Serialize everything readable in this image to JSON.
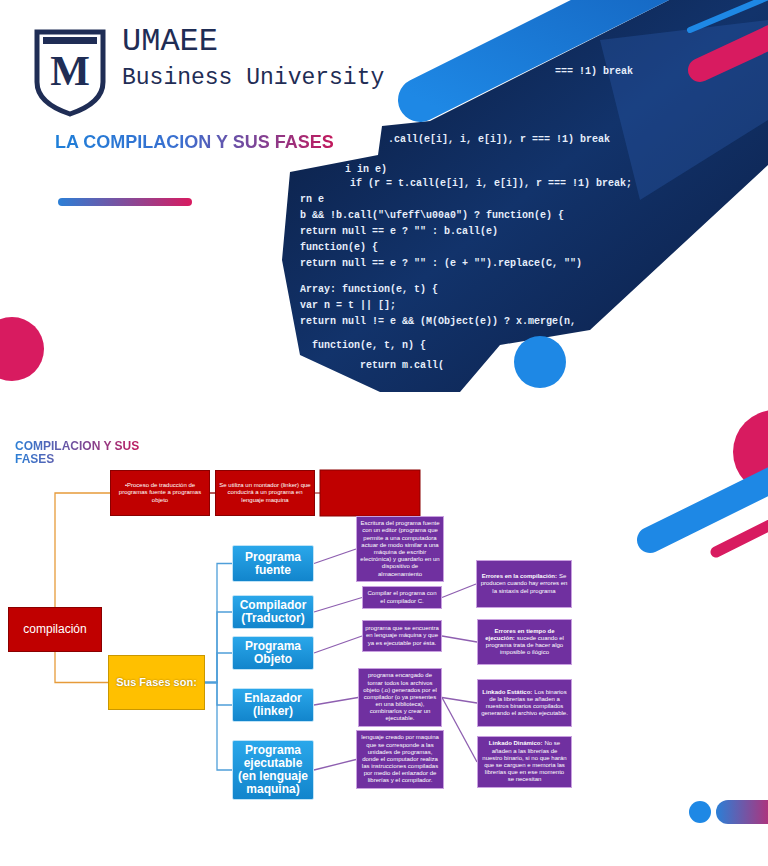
{
  "diagram": {
    "title": "LA COMPILACION Y SUS FASES",
    "nodes": [
      {
        "text": [
          "compilación"
        ]
      },
      {
        "text": [
          "•Proceso de traducción de programas fuente a programas objeto"
        ]
      },
      {
        "text": [
          "Se utiliza un montador (linker) que conducirá a un programa en lenguaje maquina"
        ]
      },
      {
        "text": [
          "Sus Fases son:"
        ]
      },
      {
        "text": [
          "Programa fuente"
        ]
      },
      {
        "text": [
          "Compilador (Traductor)"
        ]
      },
      {
        "text": [
          "Programa Objeto"
        ]
      },
      {
        "text": [
          "Enlazador (linker)"
        ]
      },
      {
        "text": [
          "Programa ejecutable (en lenguaje maquina)"
        ]
      },
      {
        "text": [
          "Escritura del programa fuente con un editor (programa que permite a una computadora actuar de modo similar a una máquina de escribir electrónica) y guardarlo en un dispositivo de almacenamiento"
        ]
      },
      {
        "text": [
          "Compilar el programa con el compilador C."
        ]
      },
      {
        "text": [
          "programa que se encuentra en lenguaje máquina y que ya es ejecutable por ésta."
        ]
      },
      {
        "text": [
          "programa encargado de tomar todos los archivos objeto (.o) generados por el compilador (o ya presentes en una biblioteca), combinarlos y crear un ejecutable."
        ]
      },
      {
        "text": [
          "lenguaje creado por maquina que se corresponde a las unidades de programas, donde el computador realiza las instrucciones compiladas por medio del enlazador de librerías y el compilador."
        ]
      },
      {
        "text": [
          "Errores en la compilación:",
          "Se producen cuando hay errores en la sintaxis del programa"
        ]
      },
      {
        "text": [
          "Errores en tiempo de ejecución:",
          "sucede cuando el programa trata de hacer algo imposible o ilógico"
        ]
      },
      {
        "text": [
          "Linkado Estático:",
          "Los binarios de la librerías se añaden a nuestros binarios compilados generando el archivo ejecutable."
        ]
      },
      {
        "text": [
          "Linkado Dinámico:",
          "No se añaden a las librerías de nuestro binario, si no que harán que se carguen e memoria las librerías que en ese momento se necesitan"
        ]
      }
    ],
    "edges": [
      {
        "from": 0,
        "to": 1,
        "arrow": "none"
      },
      {
        "from": 0,
        "to": 3,
        "arrow": "none"
      },
      {
        "from": 1,
        "to": 2,
        "arrow": "none"
      },
      {
        "from": 3,
        "to": 4,
        "arrow": "none"
      },
      {
        "from": 3,
        "to": 5,
        "arrow": "none"
      },
      {
        "from": 3,
        "to": 6,
        "arrow": "none"
      },
      {
        "from": 3,
        "to": 7,
        "arrow": "none"
      },
      {
        "from": 3,
        "to": 8,
        "arrow": "none"
      },
      {
        "from": 4,
        "to": 9,
        "arrow": "none"
      },
      {
        "from": 5,
        "to": 10,
        "arrow": "none"
      },
      {
        "from": 6,
        "to": 11,
        "arrow": "none"
      },
      {
        "from": 7,
        "to": 12,
        "arrow": "none"
      },
      {
        "from": 8,
        "to": 13,
        "arrow": "none"
      },
      {
        "from": 10,
        "to": 14,
        "arrow": "none"
      },
      {
        "from": 11,
        "to": 15,
        "arrow": "none"
      },
      {
        "from": 12,
        "to": 16,
        "arrow": "none"
      },
      {
        "from": 12,
        "to": 17,
        "arrow": "none"
      }
    ],
    "labels": [
      "UMAEE",
      "Business University",
      "M",
      "=== !1) break",
      ".call(e[i], i, e[i]), r === !1) break",
      "i in e)",
      "if (r = t.call(e[i], i, e[i]), r === !1) break;",
      "rn e",
      "b && !b.call(\"\\ufeff\\u00a0\") ? function(e) {",
      "return null == e ? \"\" : b.call(e)",
      "function(e) {",
      "return null == e ? \"\" : (e + \"\").replace(C, \"\")",
      "Array: function(e, t) {",
      "var n = t || [];",
      "return null != e && (M(Object(e)) ? x.merge(n,",
      "function(e, t, n) {",
      "return m.call(",
      "COMPILACION Y SUS FASES"
    ]
  }
}
